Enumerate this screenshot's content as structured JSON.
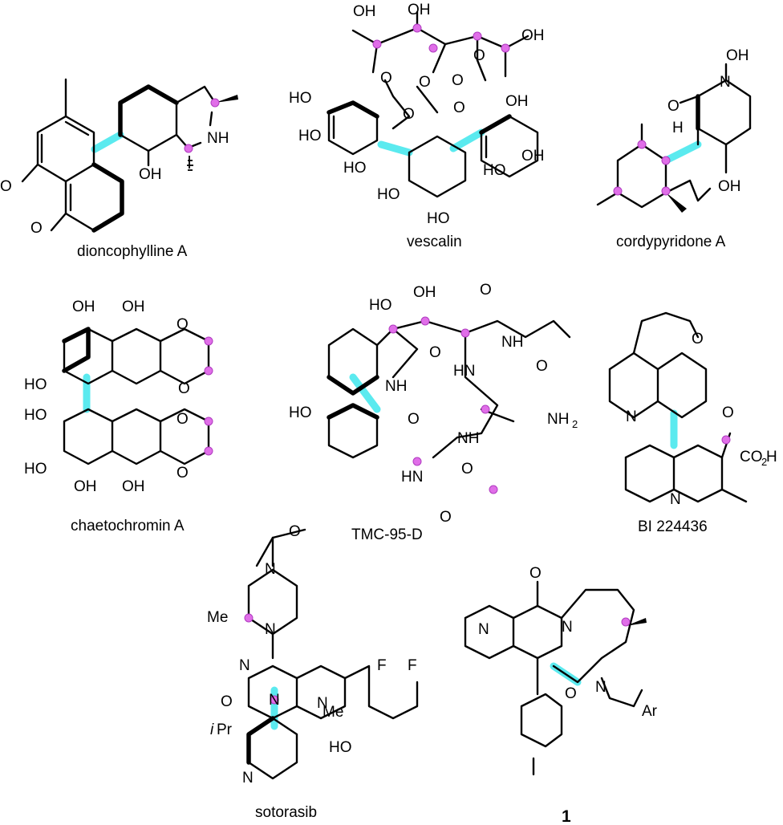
{
  "compounds": [
    {
      "id": "dioncophylline",
      "name": "dioncophylline A"
    },
    {
      "id": "vescalin",
      "name": "vescalin"
    },
    {
      "id": "cordypyridone",
      "name": "cordypyridone A"
    },
    {
      "id": "chaetochromin",
      "name": "chaetochromin A"
    },
    {
      "id": "tmc",
      "name": "TMC-95-D"
    },
    {
      "id": "bi",
      "name": "BI 224436"
    },
    {
      "id": "sotorasib",
      "name": "sotorasib"
    },
    {
      "id": "compound1",
      "name": "1"
    }
  ],
  "atoms": {
    "OH": "OH",
    "HO": "HO",
    "O": "O",
    "NH": "NH",
    "N": "N",
    "H": "H",
    "HN": "HN",
    "NH2": "NH",
    "sub2": "2",
    "CO2H": "CO",
    "F": "F",
    "Me": "Me",
    "iPr_i": "i",
    "iPr_rest": "Pr",
    "Ar": "Ar"
  },
  "highlight_colors": {
    "axis_bond": "#3ee6ec",
    "stereocenter": "#e06ee8"
  }
}
